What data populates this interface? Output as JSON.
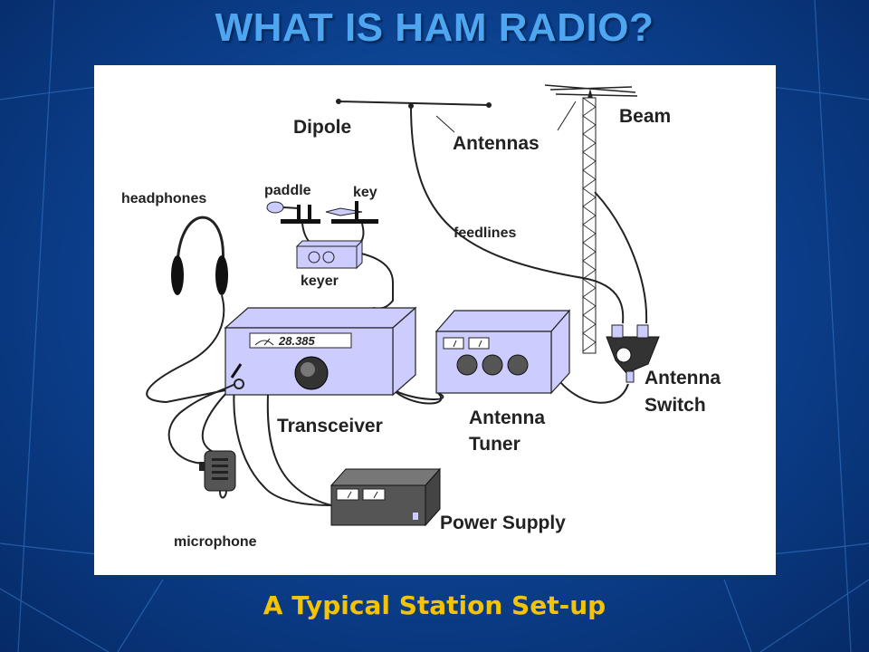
{
  "slide": {
    "title": "WHAT IS HAM RADIO?",
    "caption": "A Typical Station Set-up"
  },
  "diagram": {
    "labels": {
      "dipole": "Dipole",
      "antennas": "Antennas",
      "beam": "Beam",
      "headphones": "headphones",
      "paddle": "paddle",
      "key": "key",
      "feedlines": "feedlines",
      "keyer": "keyer",
      "frequency": "28.385",
      "transceiver": "Transceiver",
      "antenna_tuner_1": "Antenna",
      "antenna_tuner_2": "Tuner",
      "antenna_switch_1": "Antenna",
      "antenna_switch_2": "Switch",
      "power_supply": "Power Supply",
      "microphone": "microphone"
    },
    "colors": {
      "equipment_fill": "#ccccff",
      "power_supply_fill": "#555555",
      "title_color": "#4da6ef",
      "caption_color": "#f4c400"
    }
  }
}
